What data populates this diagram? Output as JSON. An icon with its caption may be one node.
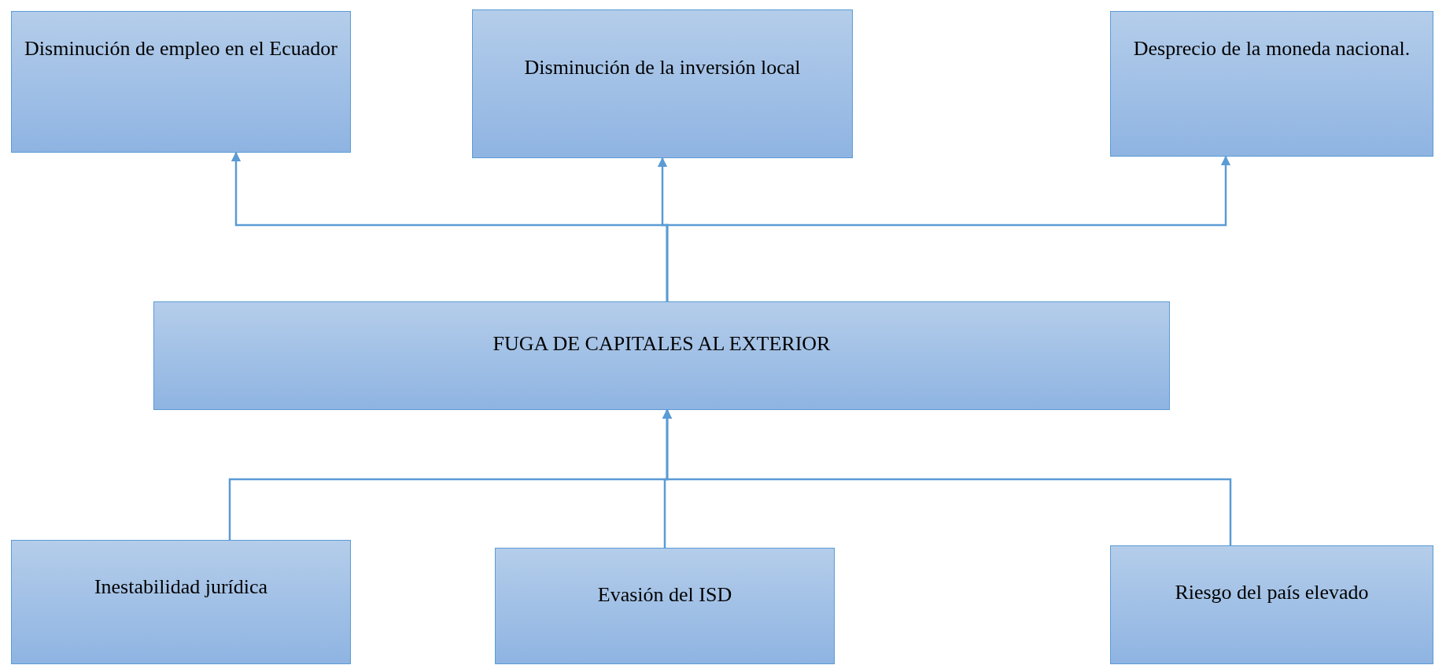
{
  "diagram": {
    "nodes": [
      {
        "text": [
          "Disminución de empleo en el Ecuador"
        ]
      },
      {
        "text": [
          "Disminución de la inversión local"
        ]
      },
      {
        "text": [
          "Desprecio de la moneda nacional."
        ]
      },
      {
        "text": [
          "FUGA DE CAPITALES AL EXTERIOR"
        ]
      },
      {
        "text": [
          "Inestabilidad jurídica"
        ]
      },
      {
        "text": [
          "Evasión del ISD"
        ]
      },
      {
        "text": [
          "Riesgo del país elevado"
        ]
      }
    ],
    "edges": [
      {
        "from": 3,
        "to": 0,
        "arrow": "to"
      },
      {
        "from": 3,
        "to": 1,
        "arrow": "to"
      },
      {
        "from": 3,
        "to": 2,
        "arrow": "to"
      },
      {
        "from": 4,
        "to": 3,
        "arrow": "to"
      },
      {
        "from": 5,
        "to": 3,
        "arrow": "to"
      },
      {
        "from": 6,
        "to": 3,
        "arrow": "to"
      }
    ]
  }
}
